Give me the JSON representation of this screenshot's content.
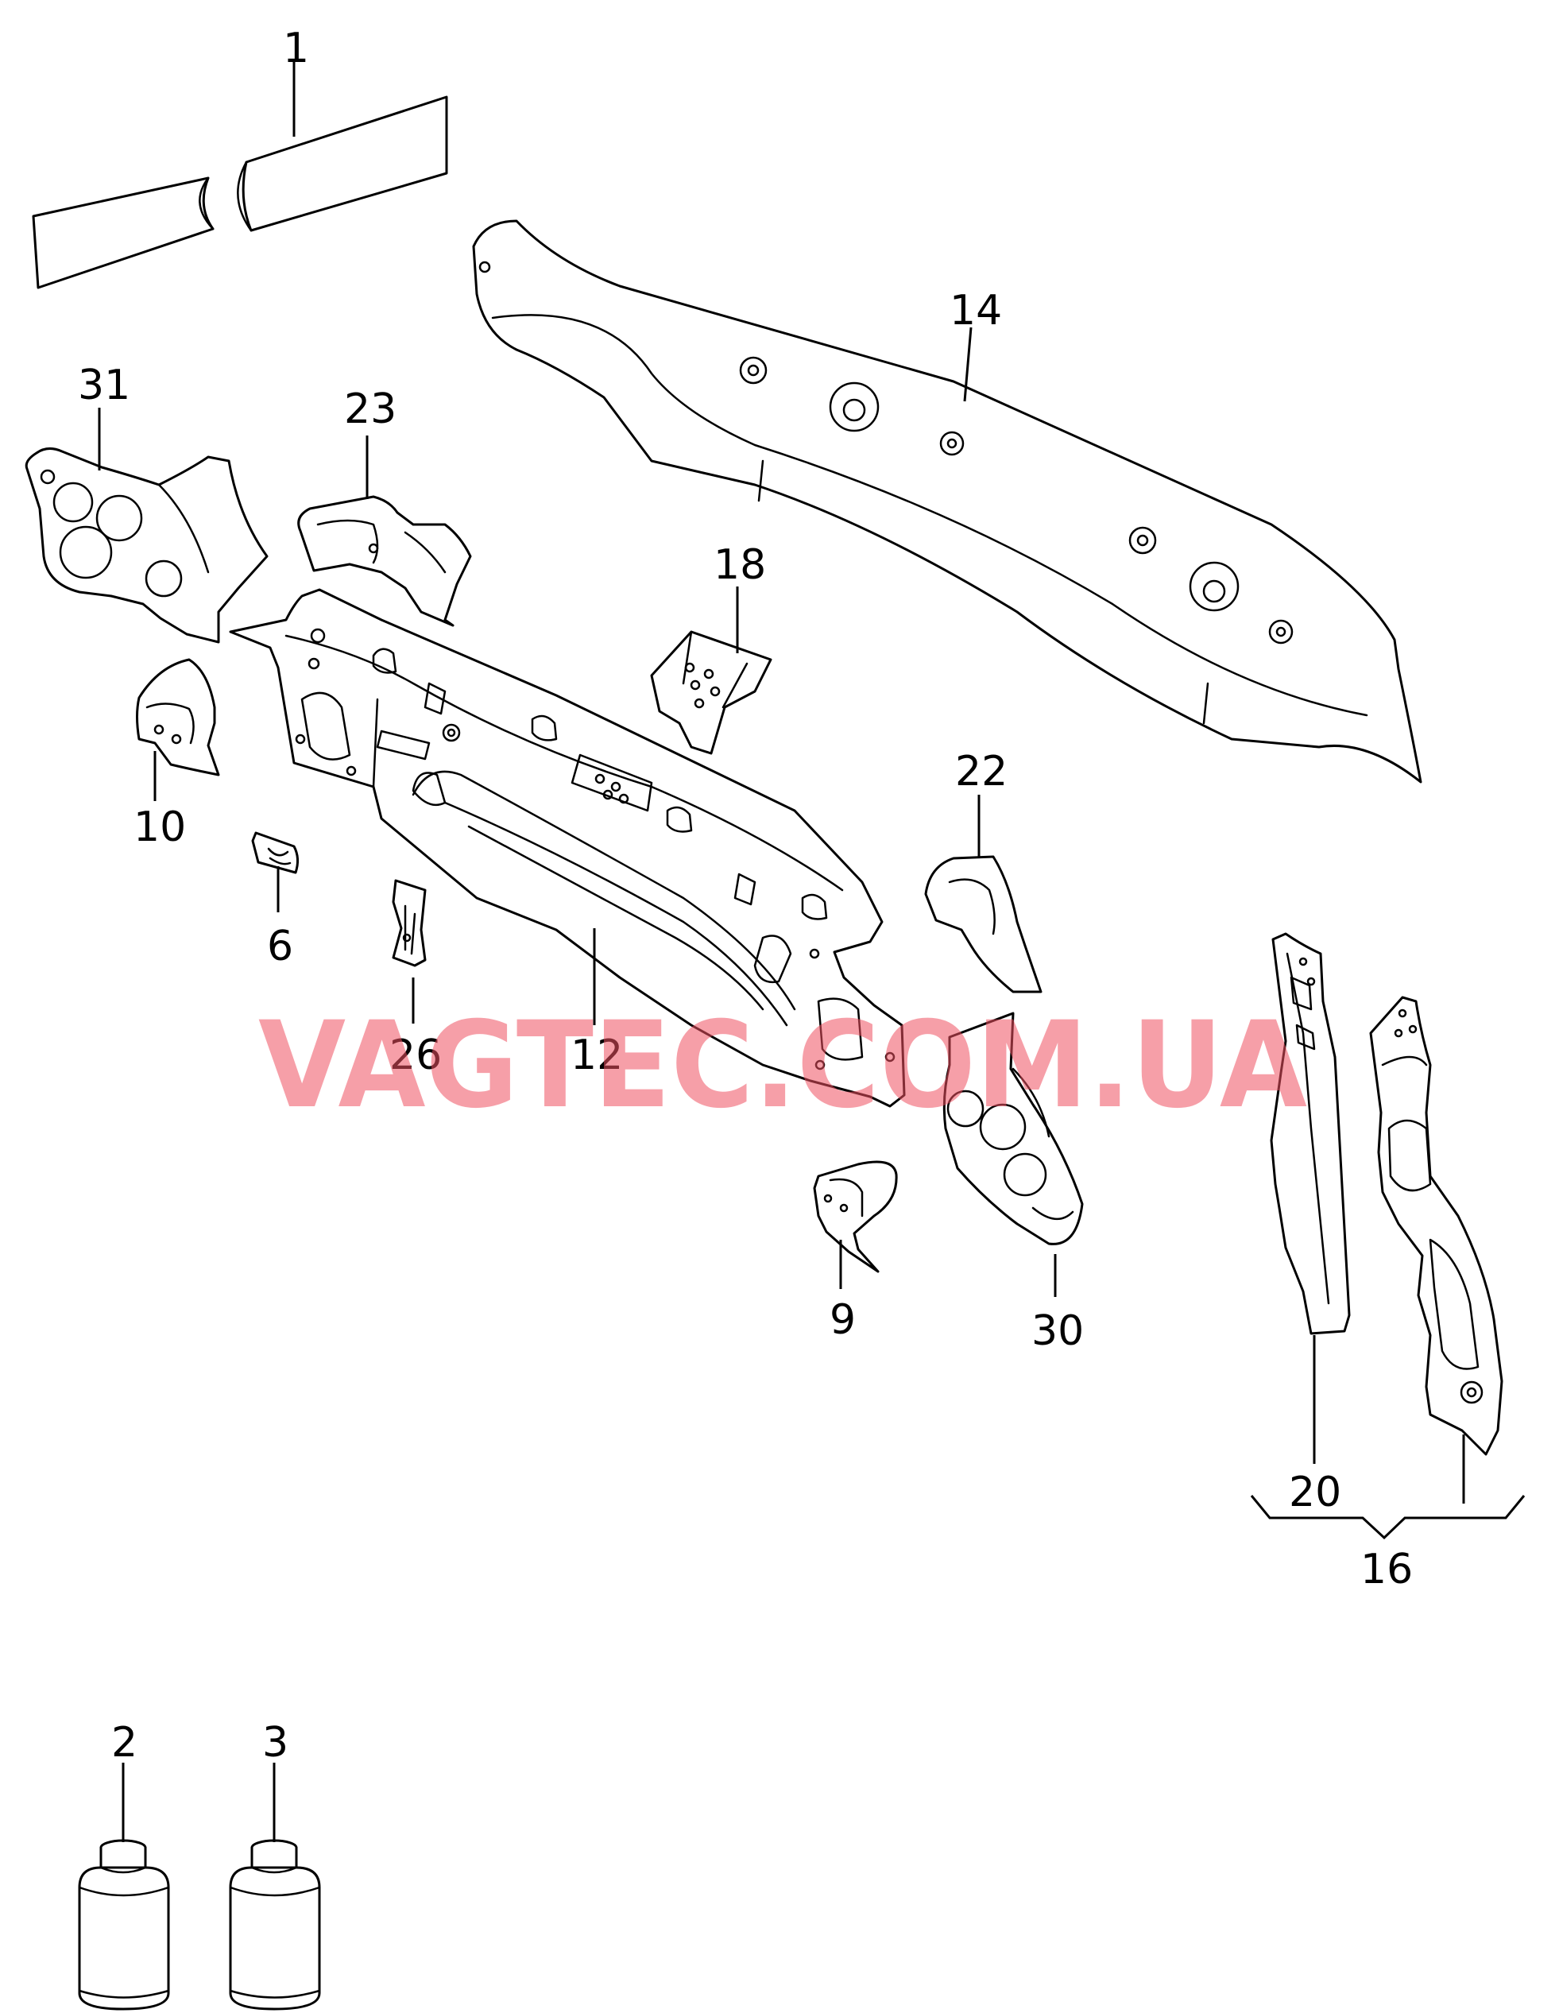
{
  "watermark": "VAGTEC.COM.UA",
  "callouts": {
    "c1": "1",
    "c2": "2",
    "c3": "3",
    "c6": "6",
    "c9": "9",
    "c10": "10",
    "c12": "12",
    "c14": "14",
    "c16": "16",
    "c18": "18",
    "c20": "20",
    "c22": "22",
    "c23": "23",
    "c26": "26",
    "c30": "30",
    "c31": "31"
  }
}
